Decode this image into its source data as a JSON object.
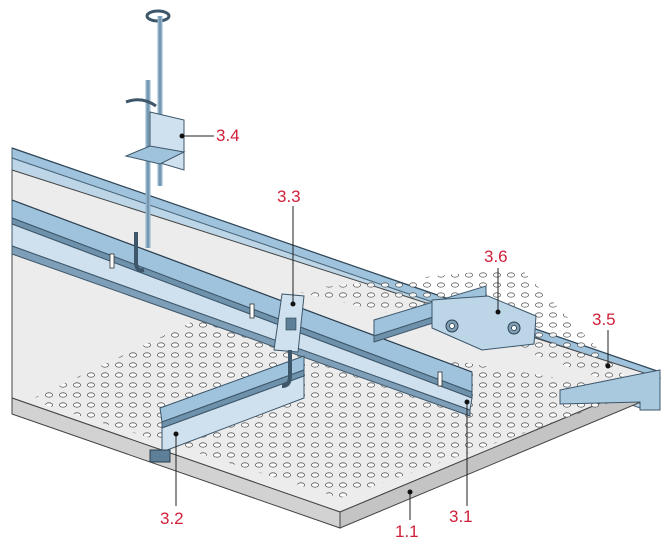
{
  "callouts": [
    {
      "id": "3.4",
      "text": "3.4"
    },
    {
      "id": "3.3",
      "text": "3.3"
    },
    {
      "id": "3.6",
      "text": "3.6"
    },
    {
      "id": "3.5",
      "text": "3.5"
    },
    {
      "id": "3.2",
      "text": "3.2"
    },
    {
      "id": "3.1",
      "text": "3.1"
    },
    {
      "id": "1.1",
      "text": "1.1"
    }
  ],
  "colors": {
    "callout": "#d0203a",
    "steel": "#9fc3dc",
    "steel_dark": "#5e7f98",
    "panel": "#ececec",
    "panel_side": "#d2d2d2"
  },
  "components": [
    "ceiling-panel",
    "wall-angle",
    "main-runner",
    "cross-tee",
    "hanger-rod",
    "suspension-clip",
    "connector-clip",
    "corner-bracket"
  ]
}
